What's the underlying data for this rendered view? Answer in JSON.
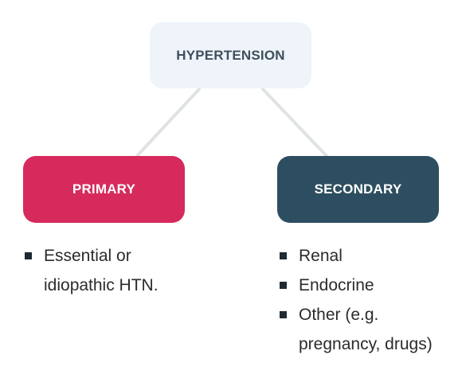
{
  "diagram": {
    "root": {
      "label": "HYPERTENSION",
      "color": "#eef4f9",
      "text_color": "#3f4f5c"
    },
    "branches": [
      {
        "label": "PRIMARY",
        "color": "#d62a5c",
        "items": [
          "Essential or idiopathic HTN."
        ]
      },
      {
        "label": "SECONDARY",
        "color": "#2d4e60",
        "items": [
          "Renal",
          "Endocrine",
          "Other (e.g. pregnancy, drugs)"
        ]
      }
    ],
    "connector_color": "#dfe3e3",
    "bullet_icon": "square-bullet-icon"
  }
}
